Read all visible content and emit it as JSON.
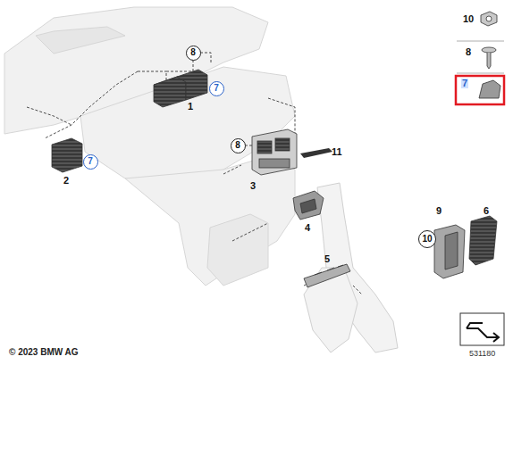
{
  "diagram": {
    "nodes": [
      {
        "text": [
          "8"
        ]
      },
      {
        "text": [
          "7"
        ]
      },
      {
        "text": [
          "8"
        ]
      },
      {
        "text": [
          "7"
        ]
      },
      {
        "text": [
          "10"
        ]
      }
    ],
    "labels": [
      "10",
      "8",
      "7",
      "1",
      "11",
      "3",
      "4",
      "2",
      "5",
      "9",
      "6",
      "© 2023 BMW AG",
      "531180"
    ]
  }
}
